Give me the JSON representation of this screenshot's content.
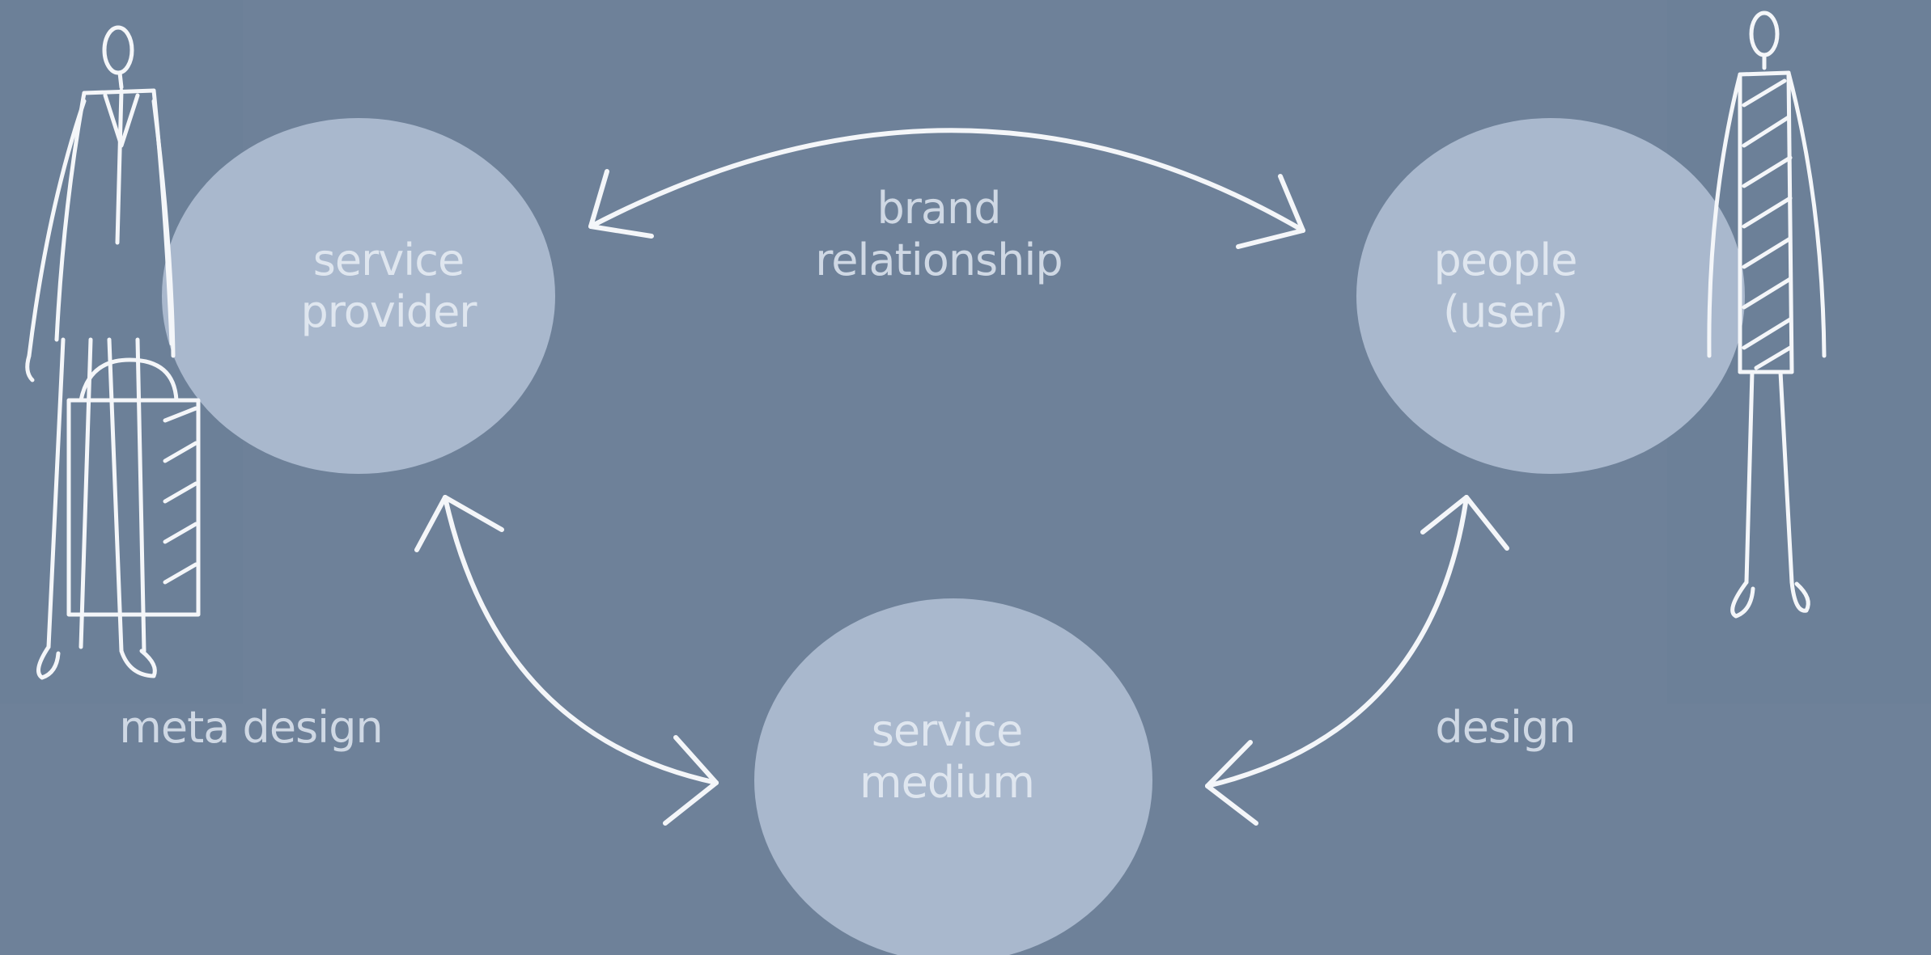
{
  "diagram": {
    "nodes": {
      "provider": {
        "line1": "service",
        "line2": "provider"
      },
      "people": {
        "line1": "people",
        "line2": "(user)"
      },
      "medium": {
        "line1": "service",
        "line2": "medium"
      }
    },
    "edges": {
      "top": {
        "line1": "brand",
        "line2": "relationship"
      },
      "left": {
        "label": "meta design"
      },
      "right": {
        "label": "design"
      }
    },
    "figures": {
      "left": "businessman-with-briefcase-sketch",
      "right": "person-standing-sketch"
    },
    "colors": {
      "background": "#6e8199",
      "node_fill": "#a9b8cd",
      "stroke": "#f4f6f9",
      "label_text": "#cfd8e4"
    }
  }
}
